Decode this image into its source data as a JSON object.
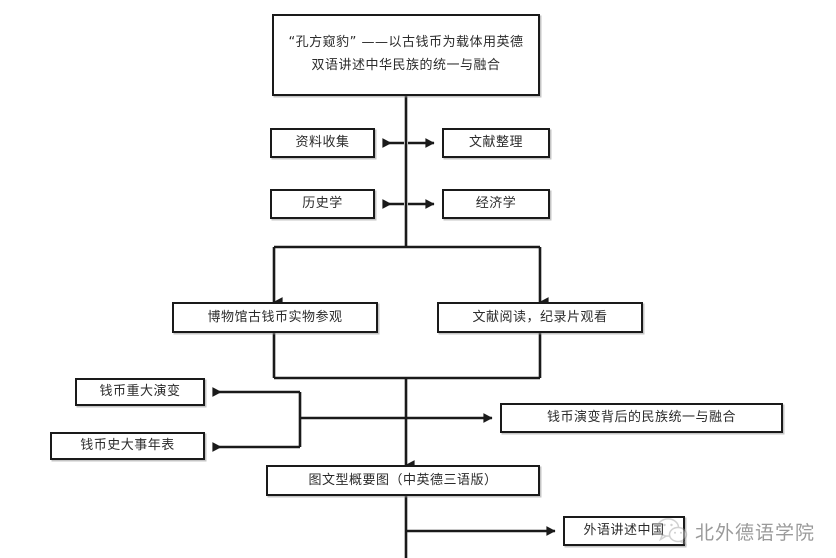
{
  "diagram": {
    "type": "flowchart",
    "title_node": {
      "id": "title",
      "text": "“孔方窥豹” ——以古钱币为载体用英德\n双语讲述中华民族的统一与融合"
    },
    "nodes": [
      {
        "id": "shouji",
        "text": "资料收集"
      },
      {
        "id": "wenxian",
        "text": "文献整理"
      },
      {
        "id": "lishi",
        "text": "历史学"
      },
      {
        "id": "jingji",
        "text": "经济学"
      },
      {
        "id": "bowuguan",
        "text": "博物馆古钱币实物参观"
      },
      {
        "id": "yuedu",
        "text": "文献阅读，纪录片观看"
      },
      {
        "id": "yanbian",
        "text": "钱币重大演变"
      },
      {
        "id": "nianbiao",
        "text": "钱币史大事年表"
      },
      {
        "id": "minzu",
        "text": "钱币演变背后的民族统一与融合"
      },
      {
        "id": "gaiyao",
        "text": "图文型概要图（中英德三语版）"
      },
      {
        "id": "waiyu",
        "text": "外语讲述中国"
      }
    ],
    "edges": [
      {
        "from": "title",
        "to": "shouji",
        "style": "double-arrow"
      },
      {
        "from": "title",
        "to": "wenxian",
        "style": "double-arrow"
      },
      {
        "from": "title",
        "to": "lishi",
        "style": "double-arrow"
      },
      {
        "from": "title",
        "to": "jingji",
        "style": "double-arrow"
      },
      {
        "from": "title",
        "to": "bowuguan",
        "style": "arrow-down"
      },
      {
        "from": "title",
        "to": "yuedu",
        "style": "arrow-down"
      },
      {
        "from": "bowuguan",
        "to": "yanbian",
        "style": "arrow-left"
      },
      {
        "from": "bowuguan",
        "to": "nianbiao",
        "style": "arrow-left"
      },
      {
        "from": "yuedu",
        "to": "minzu",
        "style": "arrow-right"
      },
      {
        "from": "yuedu",
        "to": "gaiyao",
        "style": "arrow-down"
      },
      {
        "from": "gaiyao",
        "to": "waiyu",
        "style": "arrow-right"
      }
    ],
    "colors": {
      "line": "#1a1a1a",
      "box_border": "#1a1a1a",
      "box_fill": "#ffffff",
      "text": "#2b2b2b",
      "watermark": "#9a9a9a"
    }
  },
  "watermark": {
    "label": "北外德语学院",
    "logo_name": "wechat-logo"
  }
}
